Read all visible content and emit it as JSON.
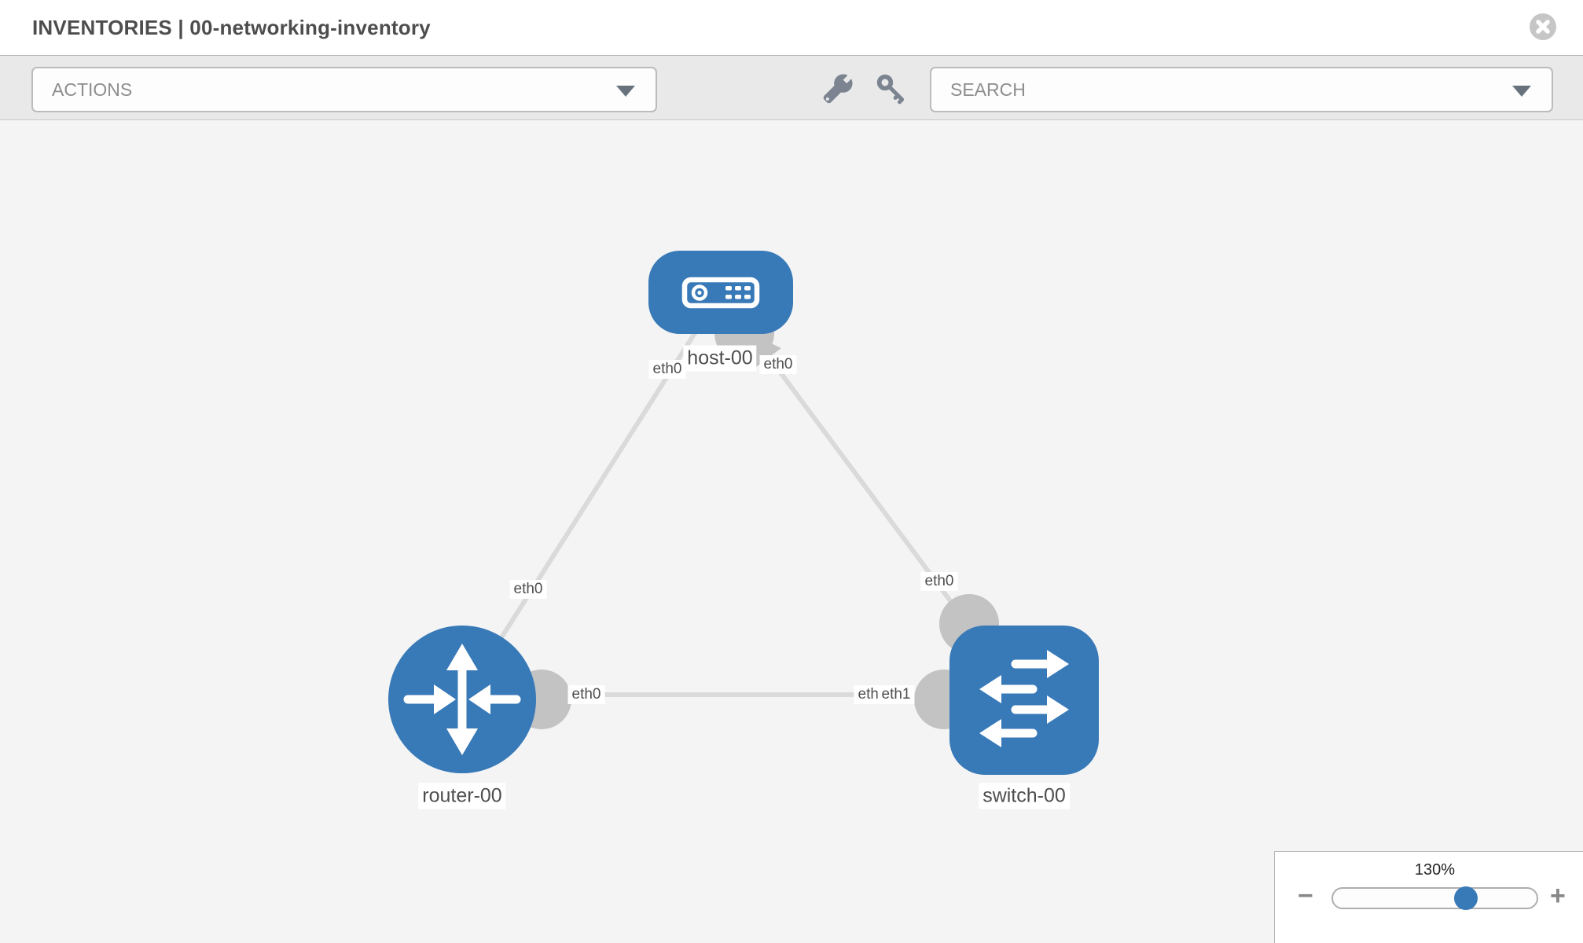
{
  "header": {
    "title": "INVENTORIES | 00-networking-inventory",
    "close_icon": "x-circle-icon"
  },
  "toolbar": {
    "actions_label": "ACTIONS",
    "search_label": "SEARCH",
    "icons": [
      "wrench-icon",
      "key-icon"
    ]
  },
  "topology": {
    "nodes": [
      {
        "label": "host-00",
        "type": "host",
        "icon": "server-icon"
      },
      {
        "label": "router-00",
        "type": "router",
        "icon": "router-arrows-icon"
      },
      {
        "label": "switch-00",
        "type": "switch",
        "icon": "switch-arrows-icon"
      }
    ],
    "links": [
      {
        "from": "host-00",
        "to": "router-00",
        "from_if": "eth0",
        "to_if": "eth0"
      },
      {
        "from": "host-00",
        "to": "switch-00",
        "from_if": "eth0",
        "to_if": "eth0"
      },
      {
        "from": "router-00",
        "to": "switch-00",
        "from_if": "eth0",
        "to_if": "eth1",
        "to_if_overlapped": "eth1"
      }
    ]
  },
  "zoom_control": {
    "value": "130%",
    "minus_label": "−",
    "plus_label": "+"
  },
  "colors": {
    "node_blue": "#3879b7",
    "link_gray": "#dadada",
    "dot_gray": "#c3c3c3",
    "panel_border": "#b7b7b7"
  }
}
